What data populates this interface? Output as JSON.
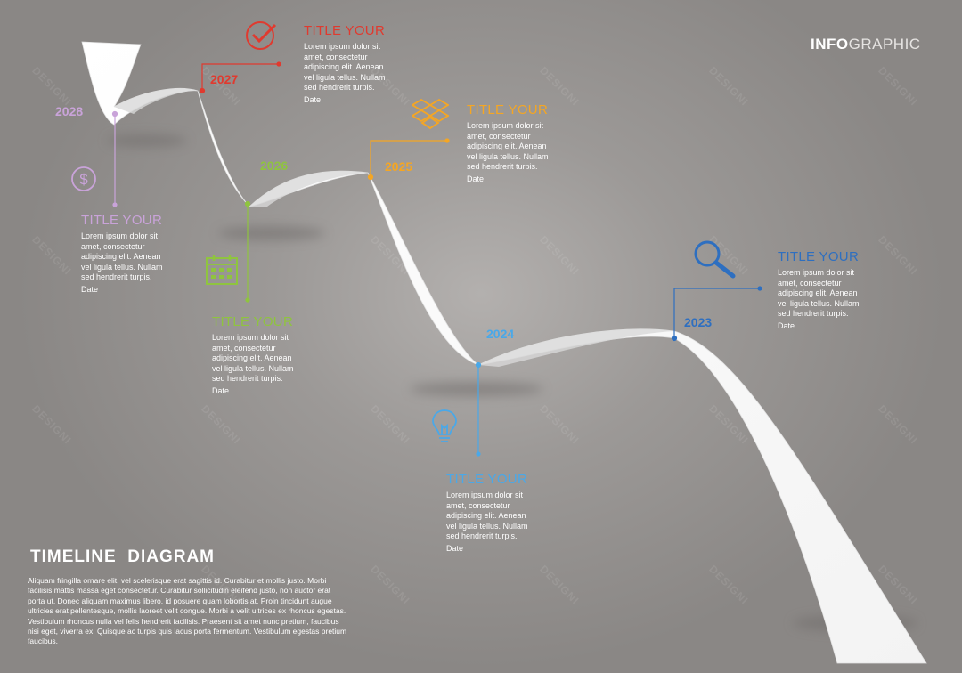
{
  "header": {
    "info_bold": "INFO",
    "info_light": "GRAPHIC"
  },
  "footer": {
    "title": "TIMELINE  DIAGRAM",
    "description": "Aliquam fringilla ornare elit, vel scelerisque erat sagittis id. Curabitur et mollis justo. Morbi facilisis mattis massa eget consectetur. Curabitur sollicitudin eleifend justo, non auctor erat porta ut. Donec aliquam maximus libero, id posuere quam lobortis at. Proin tincidunt augue ultricies erat pellentesque, mollis laoreet velit congue. Morbi a velit ultrices ex rhoncus egestas. Vestibulum rhoncus nulla vel felis hendrerit facilisis. Praesent sit amet nunc pretium, faucibus nisi eget, viverra ex. Quisque ac turpis quis lacus porta fermentum. Vestibulum egestas pretium faucibus."
  },
  "watermark": "DESIGNI",
  "milestones": [
    {
      "year": "2028",
      "color": "#c9a3d9",
      "icon": "dollar-icon",
      "title": "TITLE  YOUR",
      "body": "Lorem ipsum dolor sit\namet, consectetur\nadipiscing elit. Aenean\nvel ligula tellus. Nullam\nsed hendrerit turpis.",
      "date": "Date"
    },
    {
      "year": "2027",
      "color": "#e03a2f",
      "icon": "check-circle-icon",
      "title": "TITLE  YOUR",
      "body": "Lorem ipsum dolor sit\namet, consectetur\nadipiscing elit. Aenean\nvel ligula tellus. Nullam\nsed hendrerit turpis.",
      "date": "Date"
    },
    {
      "year": "2026",
      "color": "#8fc43f",
      "icon": "calendar-icon",
      "title": "TITLE  YOUR",
      "body": "Lorem ipsum dolor sit\namet, consectetur\nadipiscing elit. Aenean\nvel ligula tellus. Nullam\nsed hendrerit turpis.",
      "date": "Date"
    },
    {
      "year": "2025",
      "color": "#f5a623",
      "icon": "dropbox-icon",
      "title": "TITLE  YOUR",
      "body": "Lorem ipsum dolor sit\namet, consectetur\nadipiscing elit. Aenean\nvel ligula tellus. Nullam\nsed hendrerit turpis.",
      "date": "Date"
    },
    {
      "year": "2024",
      "color": "#4aa8e8",
      "icon": "lightbulb-icon",
      "title": "TITLE  YOUR",
      "body": "Lorem ipsum dolor sit\namet, consectetur\nadipiscing elit. Aenean\nvel ligula tellus. Nullam\nsed hendrerit turpis.",
      "date": "Date"
    },
    {
      "year": "2023",
      "color": "#2e6fc0",
      "icon": "search-icon",
      "title": "TITLE  YOUR",
      "body": "Lorem ipsum dolor sit\namet, consectetur\nadipiscing elit. Aenean\nvel ligula tellus. Nullam\nsed hendrerit turpis.",
      "date": "Date"
    }
  ]
}
